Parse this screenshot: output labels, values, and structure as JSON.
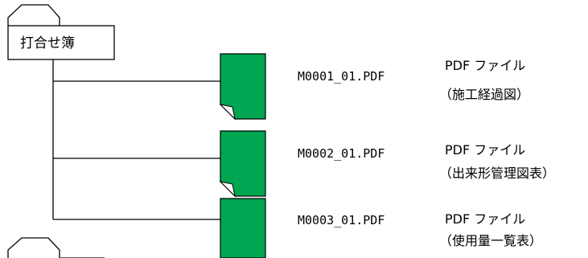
{
  "folder": {
    "label": "打合せ簿"
  },
  "files": [
    {
      "name": "M0001_01.PDF",
      "type": "PDF ファイル",
      "desc": "（施工経過図）"
    },
    {
      "name": "M0002_01.PDF",
      "type": "PDF ファイル",
      "desc": "（出来形管理図表）"
    },
    {
      "name": "M0003_01.PDF",
      "type": "PDF ファイル",
      "desc": "（使用量一覧表）"
    }
  ],
  "colors": {
    "document_icon": "#00a651",
    "line": "#000000"
  }
}
